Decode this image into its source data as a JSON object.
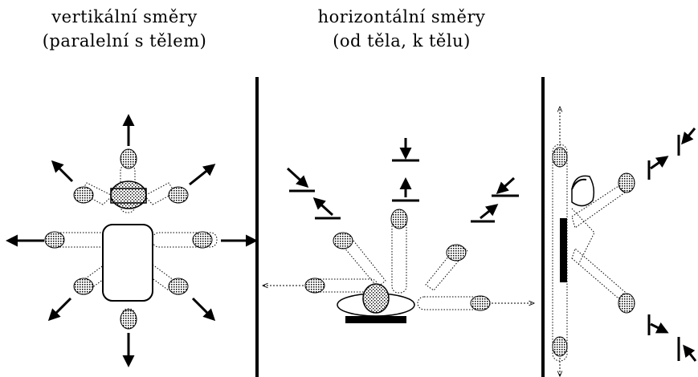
{
  "titles": {
    "vertical_line1": "vertikální směry",
    "vertical_line2": "(paralelní s tělem)",
    "horizontal_line1": "horizontální směry",
    "horizontal_line2": "(od těla, k tělu)"
  },
  "colors": {
    "ink": "#000000",
    "background": "#ffffff"
  }
}
